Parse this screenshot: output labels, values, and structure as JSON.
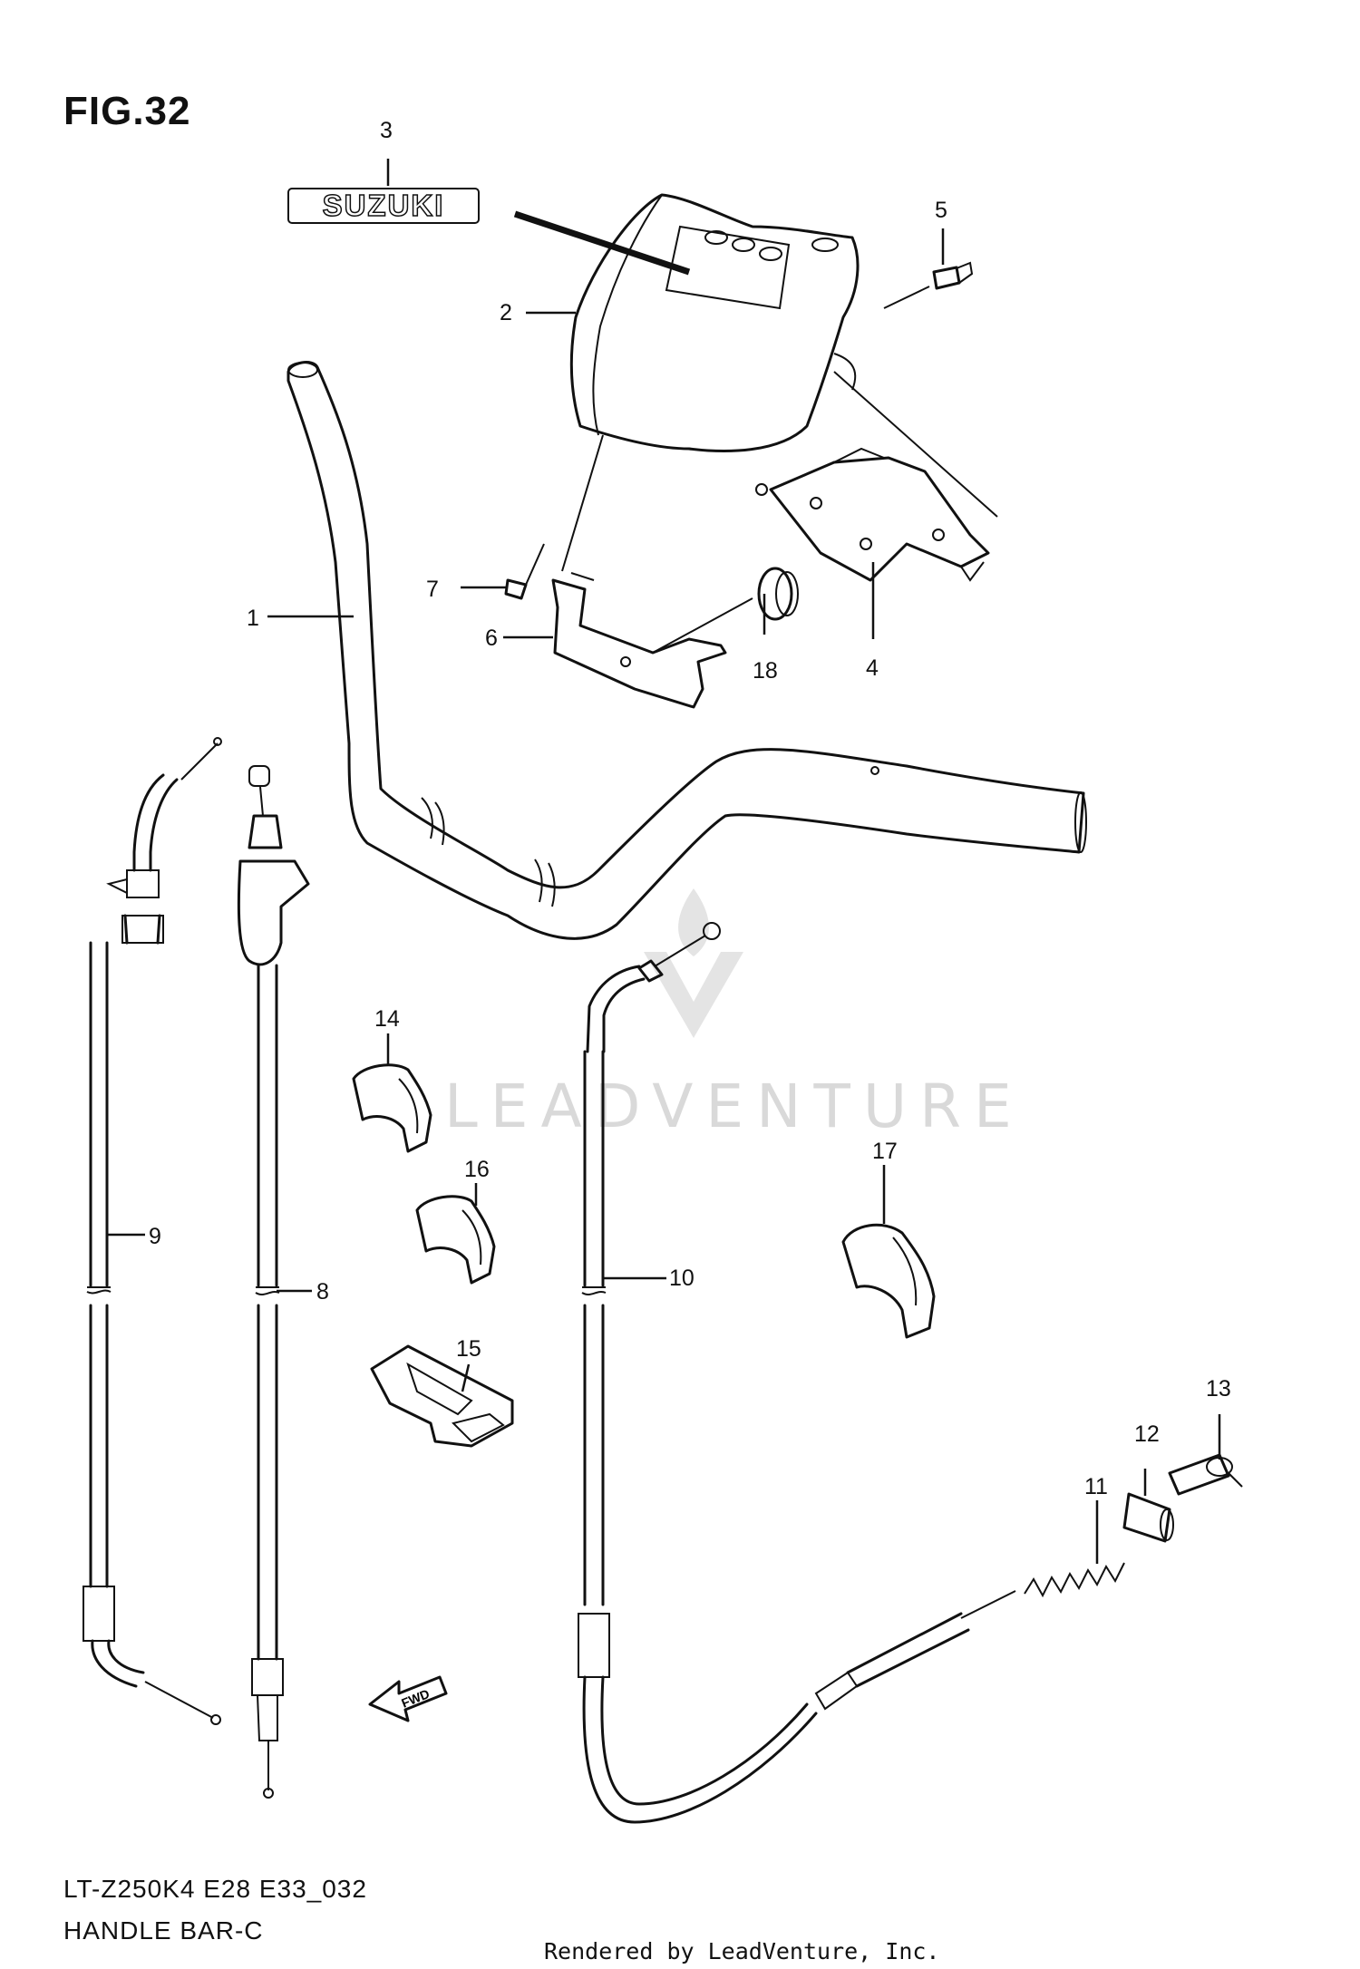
{
  "figure": {
    "title": "FIG.32",
    "model_code": "LT-Z250K4 E28 E33_032",
    "section_name": "HANDLE BAR-C",
    "credit": "Rendered by LeadVenture, Inc.",
    "watermark": "LEADVENTURE",
    "emblem_text": "SUZUKI",
    "fwd_label": "FWD"
  },
  "callouts": [
    "1",
    "2",
    "3",
    "4",
    "5",
    "6",
    "7",
    "8",
    "9",
    "10",
    "11",
    "12",
    "13",
    "14",
    "15",
    "16",
    "17",
    "18"
  ],
  "colors": {
    "line": "#111111",
    "watermark": "#d9d9d9",
    "background": "#ffffff"
  }
}
